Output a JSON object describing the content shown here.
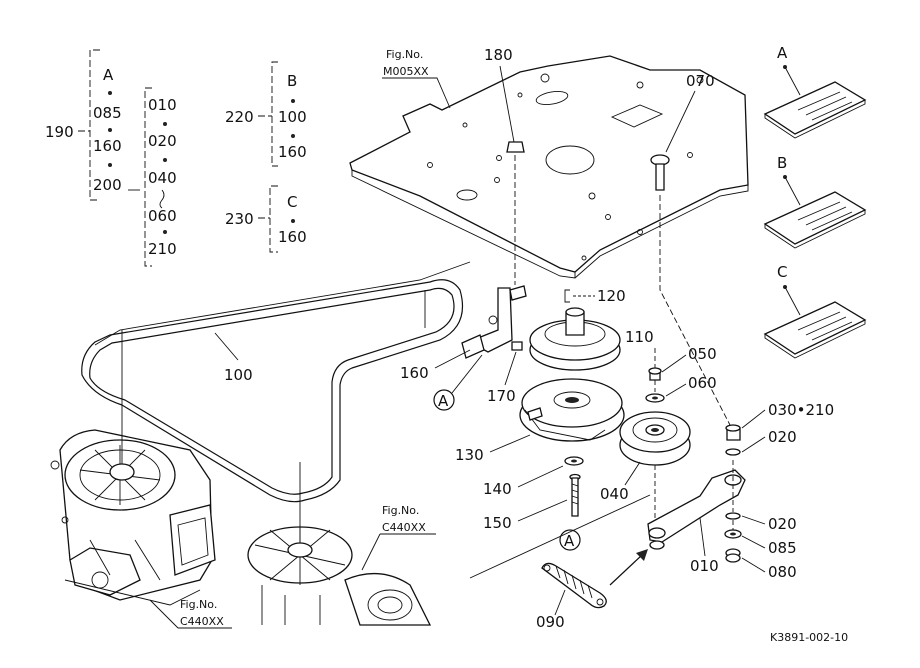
{
  "fig_refs": {
    "top": {
      "prefix": "Fig.No.",
      "code": "M005XX"
    },
    "mid": {
      "prefix": "Fig.No.",
      "code": "C440XX"
    },
    "bottom": {
      "prefix": "Fig.No.",
      "code": "C440XX"
    }
  },
  "group_190": {
    "number": "190",
    "col1": [
      "A",
      "085",
      "160",
      "200"
    ],
    "col2": [
      "010",
      "020",
      "040",
      "060",
      "210"
    ]
  },
  "group_220": {
    "number": "220",
    "items": [
      "B",
      "100",
      "160"
    ]
  },
  "group_230": {
    "number": "230",
    "items": [
      "C",
      "160"
    ]
  },
  "callouts": {
    "p180": "180",
    "p070": "070",
    "p120": "120",
    "p110": "110",
    "p050": "050",
    "p060": "060",
    "p160": "160",
    "p170": "170",
    "p100": "100",
    "p130": "130",
    "p140": "140",
    "p150": "150",
    "p040": "040",
    "p030_210": "030•210",
    "p020a": "020",
    "p020b": "020",
    "p085": "085",
    "p080": "080",
    "p010": "010",
    "p090": "090"
  },
  "markers": {
    "a1": "A",
    "a2": "A"
  },
  "manuals": {
    "a": "A",
    "b": "B",
    "c": "C"
  },
  "drawing_number": "K3891-002-10"
}
